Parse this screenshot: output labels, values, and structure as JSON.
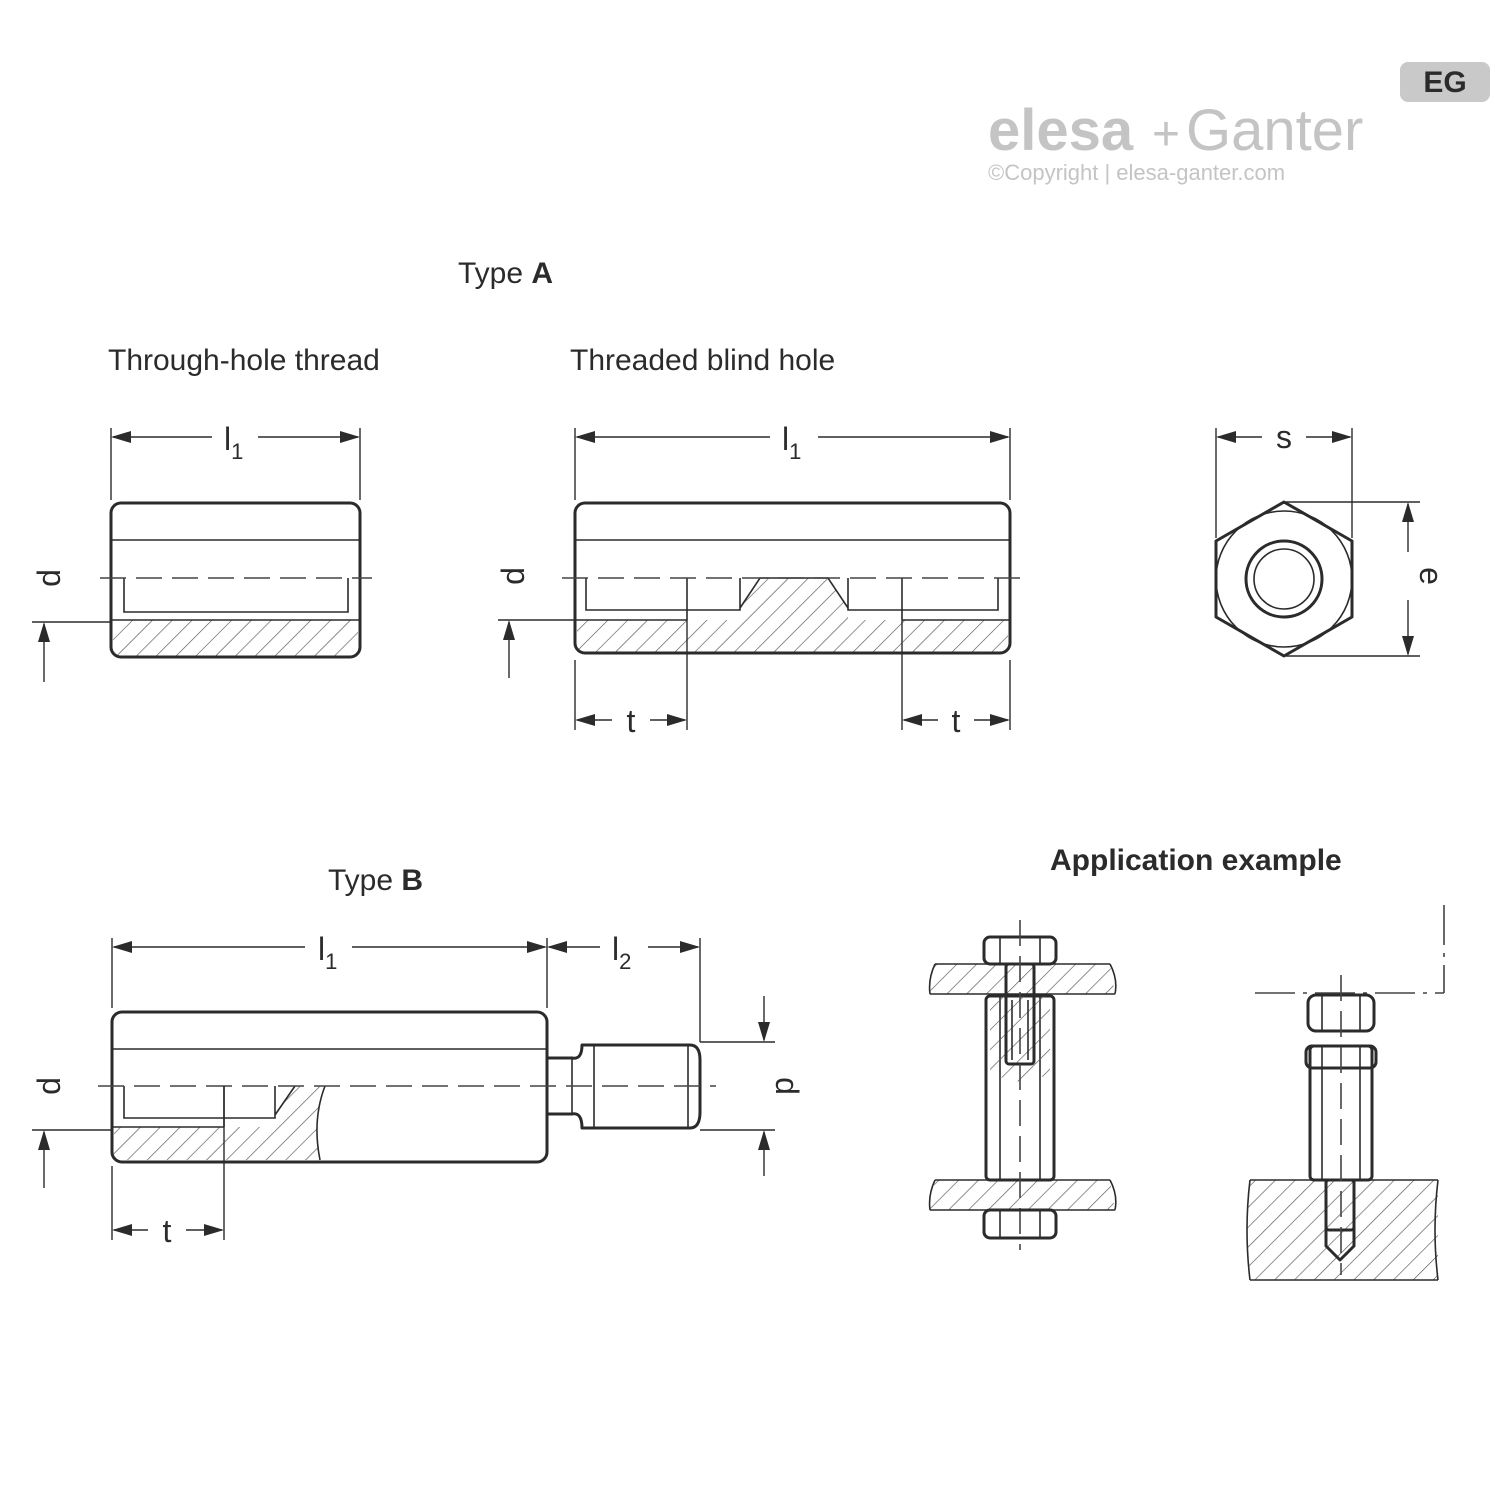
{
  "brand": {
    "badge": "EG",
    "name_left": "elesa",
    "name_plus": "+",
    "name_right": "Ganter",
    "copyright": "©Copyright | elesa-ganter.com"
  },
  "type_a": {
    "title_prefix": "Type",
    "title_letter": "A",
    "through_hole_title": "Through-hole thread",
    "blind_hole_title": "Threaded blind hole"
  },
  "type_b": {
    "title_prefix": "Type",
    "title_letter": "B"
  },
  "application": {
    "title": "Application example"
  },
  "dims": {
    "l": "l",
    "one": "1",
    "two": "2",
    "d": "d",
    "t": "t",
    "s": "s",
    "e": "e"
  }
}
